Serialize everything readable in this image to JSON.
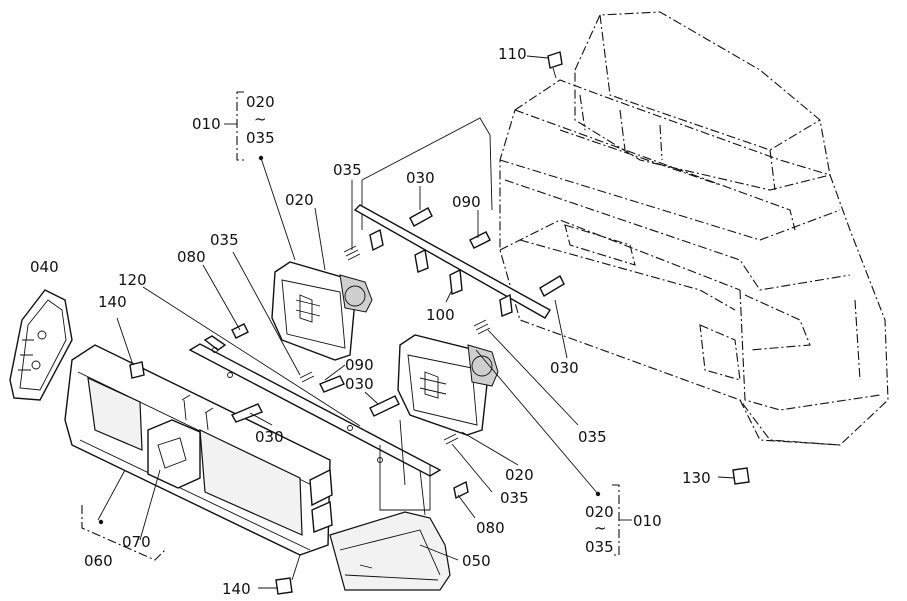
{
  "callouts": {
    "c110": "110",
    "c010_top": "010",
    "c020_top": "020",
    "c035_top": "035",
    "c035_a": "035",
    "c030_a": "030",
    "c020_a": "020",
    "c090_a": "090",
    "c035_b": "035",
    "c040": "040",
    "c080_a": "080",
    "c120": "120",
    "c140_a": "140",
    "c100": "100",
    "c030_b": "030",
    "c090_b": "090",
    "c030_c": "030",
    "c030_d": "030",
    "c035_c": "035",
    "c020_b": "020",
    "c035_d": "035",
    "c080_b": "080",
    "c010_bot": "010",
    "c020_bot": "020",
    "c035_bot": "035",
    "c130": "130",
    "c070": "070",
    "c060": "060",
    "c050": "050",
    "c140_b": "140"
  }
}
